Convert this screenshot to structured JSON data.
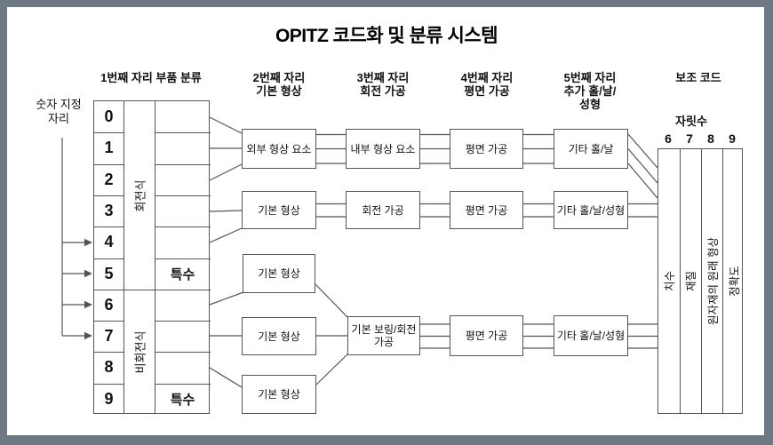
{
  "title": "OPITZ 코드화 및 분류 시스템",
  "colors": {
    "frame": "#6e7983",
    "canvas": "#ffffff",
    "line": "#555555",
    "text": "#111111"
  },
  "side_label": {
    "line1": "숫자 지정",
    "line2": "자리"
  },
  "column_headers": [
    [
      "1번째 자리 부품 분류"
    ],
    [
      "2번째 자리",
      "기본 형상"
    ],
    [
      "3번째 자리",
      "회전 가공"
    ],
    [
      "4번째 자리",
      "평면 가공"
    ],
    [
      "5번째 자리",
      "추가 홀/날/",
      "성형"
    ],
    [
      "보조 코드"
    ]
  ],
  "left_table": {
    "digits": [
      "0",
      "1",
      "2",
      "3",
      "4",
      "5",
      "6",
      "7",
      "8",
      "9"
    ],
    "rotary": "회전식",
    "non_rotary": "비회전식",
    "special": "특수"
  },
  "boxes": {
    "external_shape": "외부 형상 요소",
    "internal_shape": "내부 형상 요소",
    "plane_machining_1": "평면 가공",
    "other_holes": "기타 홀/날",
    "basic_shape_1": "기본 형상",
    "rotation_machining": "회전 가공",
    "plane_machining_2": "평면 가공",
    "other_holes_forming_1": "기타 홀/날/성형",
    "basic_shape_2": "기본 형상",
    "basic_shape_3": "기본 형상",
    "basic_shape_4": "기본 형상",
    "basic_boring": "기본 보링/회전 가공",
    "plane_machining_3": "평면 가공",
    "other_holes_forming_2": "기타 홀/날/성형"
  },
  "aux_table": {
    "title": "자릿수",
    "digits": [
      "6",
      "7",
      "8",
      "9"
    ],
    "columns": [
      "치수",
      "재질",
      "원자재의 원래 형상",
      "정확도"
    ]
  }
}
